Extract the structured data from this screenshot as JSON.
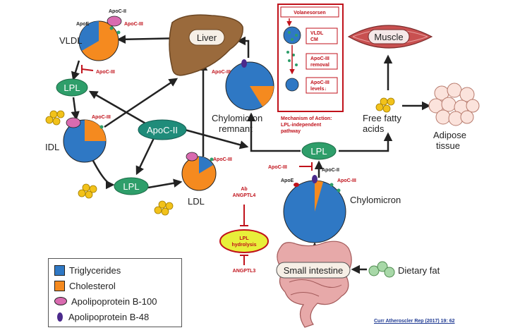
{
  "colors": {
    "triglyceride": "#2f78c4",
    "cholesterol": "#f58a1f",
    "lpl_fill": "#2e9e6a",
    "apoc_ii_fill": "#1f8c7a",
    "inhibit": "#c0121b",
    "apob100": "#d96bb0",
    "apob48": "#4b2a8c",
    "liver": "#9a6a3c",
    "muscle": "#c85050"
  },
  "nodes": {
    "vldl": "VLDL",
    "idl": "IDL",
    "ldl": "LDL",
    "liver": "Liver",
    "muscle": "Muscle",
    "chylomicron_remnant_1": "Chylomicron",
    "chylomicron_remnant_2": "remnant",
    "chylomicron": "Chylomicron",
    "free_fatty_acids_1": "Free fatty",
    "free_fatty_acids_2": "acids",
    "adipose_1": "Adipose",
    "adipose_2": "tissue",
    "small_intestine": "Small intestine",
    "dietary_fat": "Dietary fat",
    "apoc_ii_center": "ApoC-II",
    "lpl_top": "LPL",
    "lpl_middle": "LPL",
    "lpl_right": "LPL"
  },
  "apo_labels": {
    "vldl_apoe": "ApoE",
    "vldl_apocii": "ApoC-II",
    "vldl_apociii": "ApoC-III",
    "vldl_lpl_apociii": "ApoC-III",
    "idl_apociii": "ApoC-III",
    "ldl_apociii": "ApoC-III",
    "remnant_apociii": "ApoC-III",
    "chylo_apoe": "ApoE",
    "chylo_apocii": "ApoC-II",
    "chylo_apociii": "ApoC-III",
    "chylo_inhibit_apociii": "ApoC-III"
  },
  "mechanism": {
    "volanesorsen": "Volanesorsen",
    "vldl_cm_1": "VLDL",
    "vldl_cm_2": "CM",
    "apociii_removal_1": "ApoC-III",
    "apociii_removal_2": "removal",
    "apociii_levels_1": "ApoC-III",
    "apociii_levels_2": "levels↓",
    "caption_1": "Mechanism of Action:",
    "caption_2": "LPL-independent",
    "caption_3": "pathway"
  },
  "angptl": {
    "ab_1": "Ab",
    "ab_2": "ANGPTL4",
    "lpl_hydrolysis_1": "LPL",
    "lpl_hydrolysis_2": "hydrolysis",
    "angptl3": "ANGPTL3"
  },
  "legend": {
    "triglycerides": "Triglycerides",
    "cholesterol": "Cholesterol",
    "apob100": "Apolipoprotein B-100",
    "apob48": "Apolipoprotein B-48"
  },
  "citation": "Curr Atheroscler Rep (2017) 19: 62"
}
